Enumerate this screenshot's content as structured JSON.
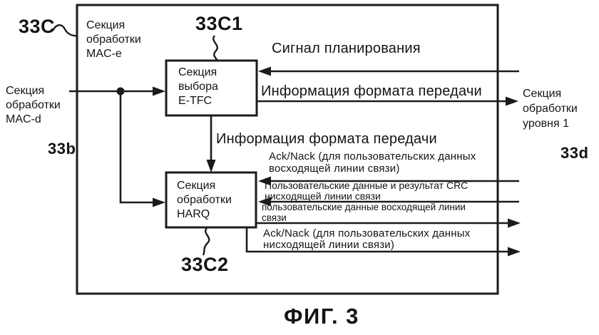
{
  "figure": {
    "caption": "ФИГ. 3"
  },
  "refs": {
    "mac_e": "33C",
    "etfc": "33C1",
    "harq": "33C2",
    "mac_d": "33b",
    "layer1": "33d"
  },
  "blocks": {
    "mac_e": "Секция\nобработки\nMAC-e",
    "etfc": "Секция\nвыбора\nE-TFC",
    "harq": "Секция\nобработки\nHARQ",
    "mac_d": "Секция\nобработки\nMAC-d",
    "layer1": "Секция\nобработки\nуровня 1"
  },
  "signals": {
    "scheduling": "Сигнал планирования",
    "tx_format_to_layer1": "Информация формата передачи",
    "tx_format_to_harq": "Информация формата передачи",
    "ack_nack_uplink": "Ack/Nack (для пользовательских данных\nвосходящей линии связи)",
    "user_data_crc": "Пользовательские данные и результат CRC\nнисходящей линии связи",
    "user_data_uplink": "пользовательские данные восходящей линии\nсвязи",
    "ack_nack_downlink": "Ack/Nack (для пользовательских данных\nнисходящей линии связи)"
  }
}
